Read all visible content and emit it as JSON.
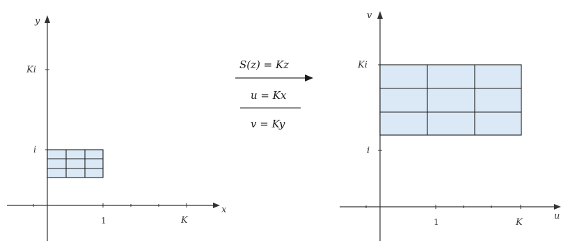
{
  "left_plane": {
    "x_axis_label": "x",
    "y_axis_label": "y",
    "x_tick_1": "1",
    "x_tick_K": "K",
    "y_tick_i": "i",
    "y_tick_Ki": "Ki"
  },
  "right_plane": {
    "u_axis_label": "u",
    "v_axis_label": "v",
    "u_tick_1": "1",
    "u_tick_K": "K",
    "v_tick_i": "i",
    "v_tick_Ki": "Ki"
  },
  "mapping": {
    "transform": "S(z) = Kz",
    "u_equation": "u = Kx",
    "v_equation": "v = Ky"
  },
  "colors": {
    "cell_fill": "#dbe9f7",
    "grid_stroke": "#1c1c1c"
  }
}
